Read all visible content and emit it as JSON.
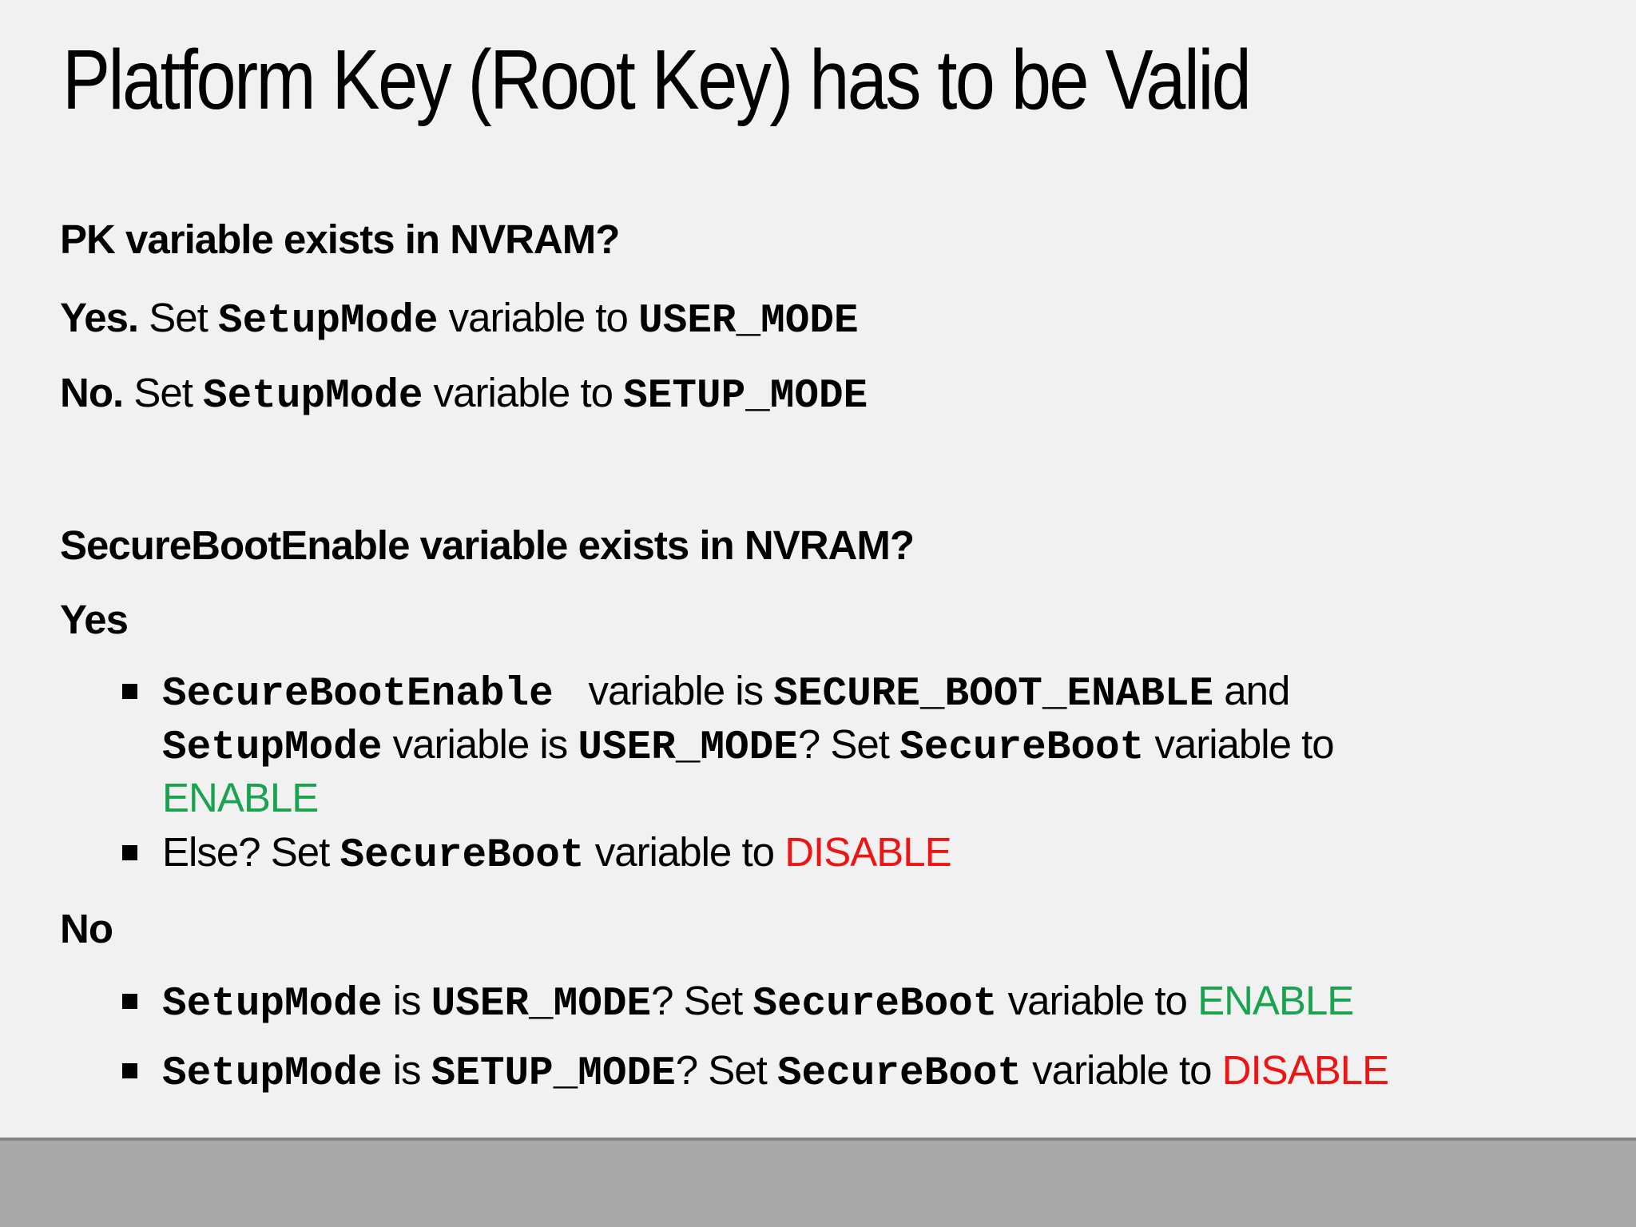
{
  "slide": {
    "title": "Platform Key (Root Key) has to be Valid",
    "colors": {
      "background": "#f1f1f1",
      "text": "#000000",
      "enable_green": "#1aa34f",
      "disable_red": "#ee1414",
      "footer_bar": "#a8a8a8",
      "footer_edge": "#858585"
    },
    "pk_section": {
      "question": "PK variable exists in NVRAM?",
      "yes_line": {
        "label": "Yes.",
        "pre": " Set ",
        "var1": "SetupMode",
        "mid": " variable to ",
        "value": "USER_MODE"
      },
      "no_line": {
        "label": "No.",
        "pre": " Set ",
        "var1": "SetupMode",
        "mid": " variable to ",
        "value": "SETUP_MODE"
      }
    },
    "sbe_section": {
      "question": "SecureBootEnable variable exists in NVRAM?",
      "yes_label": "Yes",
      "no_label": "No",
      "yes_bullets": {
        "b1": {
          "var1": "SecureBootEnable ",
          "t1": " variable is ",
          "const1": "SECURE_BOOT_ENABLE",
          "t2": " and",
          "var2": "SetupMode",
          "t3": " variable is ",
          "const2": "USER_MODE",
          "t4": "? Set ",
          "var3": "SecureBoot",
          "t5": " variable to",
          "result": "ENABLE"
        },
        "b2": {
          "t1": "Else? Set ",
          "var1": "SecureBoot",
          "t2": " variable to ",
          "result": "DISABLE"
        }
      },
      "no_bullets": {
        "b1": {
          "var1": "SetupMode",
          "t1": " is ",
          "const1": "USER_MODE",
          "t2": "? Set ",
          "var2": "SecureBoot",
          "t3": " variable to ",
          "result": "ENABLE"
        },
        "b2": {
          "var1": "SetupMode",
          "t1": " is ",
          "const1": "SETUP_MODE",
          "t2": "? Set ",
          "var2": "SecureBoot",
          "t3": " variable to ",
          "result": "DISABLE"
        }
      }
    }
  }
}
